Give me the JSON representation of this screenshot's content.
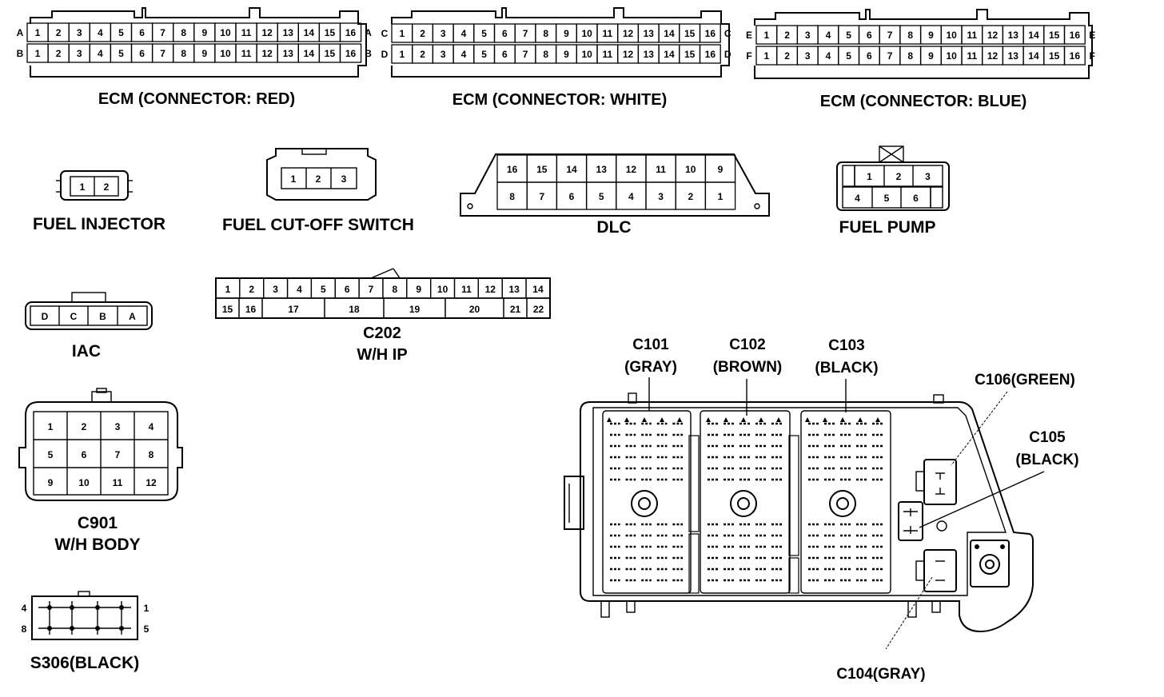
{
  "ecm_red": {
    "title": "ECM (CONNECTOR: RED)",
    "row_labels": [
      "A",
      "B"
    ],
    "row1": [
      "1",
      "2",
      "3",
      "4",
      "5",
      "6",
      "7",
      "8",
      "9",
      "10",
      "11",
      "12",
      "13",
      "14",
      "15",
      "16"
    ],
    "row2": [
      "1",
      "2",
      "3",
      "4",
      "5",
      "6",
      "7",
      "8",
      "9",
      "10",
      "11",
      "12",
      "13",
      "14",
      "15",
      "16"
    ]
  },
  "ecm_white": {
    "title": "ECM (CONNECTOR: WHITE)",
    "row_labels": [
      "C",
      "D"
    ],
    "row1": [
      "1",
      "2",
      "3",
      "4",
      "5",
      "6",
      "7",
      "8",
      "9",
      "10",
      "11",
      "12",
      "13",
      "14",
      "15",
      "16"
    ],
    "row2": [
      "1",
      "2",
      "3",
      "4",
      "5",
      "6",
      "7",
      "8",
      "9",
      "10",
      "11",
      "12",
      "13",
      "14",
      "15",
      "16"
    ]
  },
  "ecm_blue": {
    "title": "ECM (CONNECTOR: BLUE)",
    "row_labels": [
      "E",
      "F"
    ],
    "row1": [
      "1",
      "2",
      "3",
      "4",
      "5",
      "6",
      "7",
      "8",
      "9",
      "10",
      "11",
      "12",
      "13",
      "14",
      "15",
      "16"
    ],
    "row2": [
      "1",
      "2",
      "3",
      "4",
      "5",
      "6",
      "7",
      "8",
      "9",
      "10",
      "11",
      "12",
      "13",
      "14",
      "15",
      "16"
    ]
  },
  "fuel_injector": {
    "title": "FUEL INJECTOR",
    "pins": [
      "1",
      "2"
    ]
  },
  "fuel_cutoff": {
    "title": "FUEL CUT-OFF SWITCH",
    "pins": [
      "1",
      "2",
      "3"
    ]
  },
  "dlc": {
    "title": "DLC",
    "row1": [
      "16",
      "15",
      "14",
      "13",
      "12",
      "11",
      "10",
      "9"
    ],
    "row2": [
      "8",
      "7",
      "6",
      "5",
      "4",
      "3",
      "2",
      "1"
    ]
  },
  "fuel_pump": {
    "title": "FUEL  PUMP",
    "row1": [
      "1",
      "2",
      "3"
    ],
    "row2": [
      "4",
      "5",
      "6"
    ]
  },
  "iac": {
    "title": "IAC",
    "pins": [
      "D",
      "C",
      "B",
      "A"
    ]
  },
  "c202": {
    "title": "C202",
    "subtitle": "W/H  IP",
    "row1": [
      "1",
      "2",
      "3",
      "4",
      "5",
      "6",
      "7",
      "8",
      "9",
      "10",
      "11",
      "12",
      "13",
      "14"
    ],
    "row2": [
      "15",
      "16",
      "17",
      "18",
      "19",
      "20",
      "21",
      "22"
    ]
  },
  "c901": {
    "title": "C901",
    "subtitle": "W/H  BODY",
    "pins": [
      "1",
      "2",
      "3",
      "4",
      "5",
      "6",
      "7",
      "8",
      "9",
      "10",
      "11",
      "12"
    ]
  },
  "s306": {
    "title": "S306(BLACK)",
    "pin_labels": [
      "4",
      "8",
      "1",
      "5"
    ]
  },
  "junction_block": {
    "c101": [
      "C101",
      "(GRAY)"
    ],
    "c102": [
      "C102",
      "(BROWN)"
    ],
    "c103": [
      "C103",
      "(BLACK)"
    ],
    "c104": "C104(GRAY)",
    "c105": [
      "C105",
      "(BLACK)"
    ],
    "c106": "C106(GREEN)"
  }
}
